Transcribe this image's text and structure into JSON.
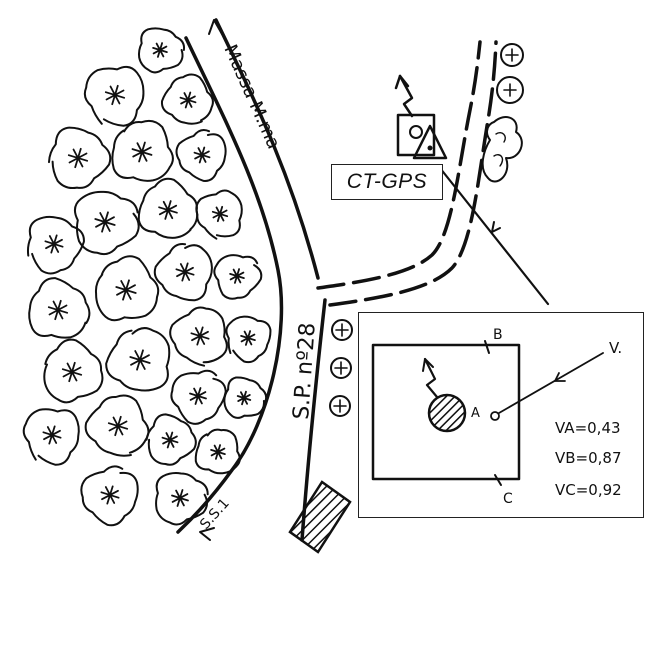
{
  "map": {
    "road_labels": {
      "massa": "Massa M.ma",
      "sp": "S.P. nº28",
      "ss": "S.S.1"
    },
    "station_label": "CT-GPS",
    "inset": {
      "point_b": "B",
      "point_a": "A",
      "point_c": "C",
      "point_v": "V.",
      "values": [
        {
          "label": "VA=0,43"
        },
        {
          "label": "VB=0,87"
        },
        {
          "label": "VC=0,92"
        }
      ]
    }
  }
}
